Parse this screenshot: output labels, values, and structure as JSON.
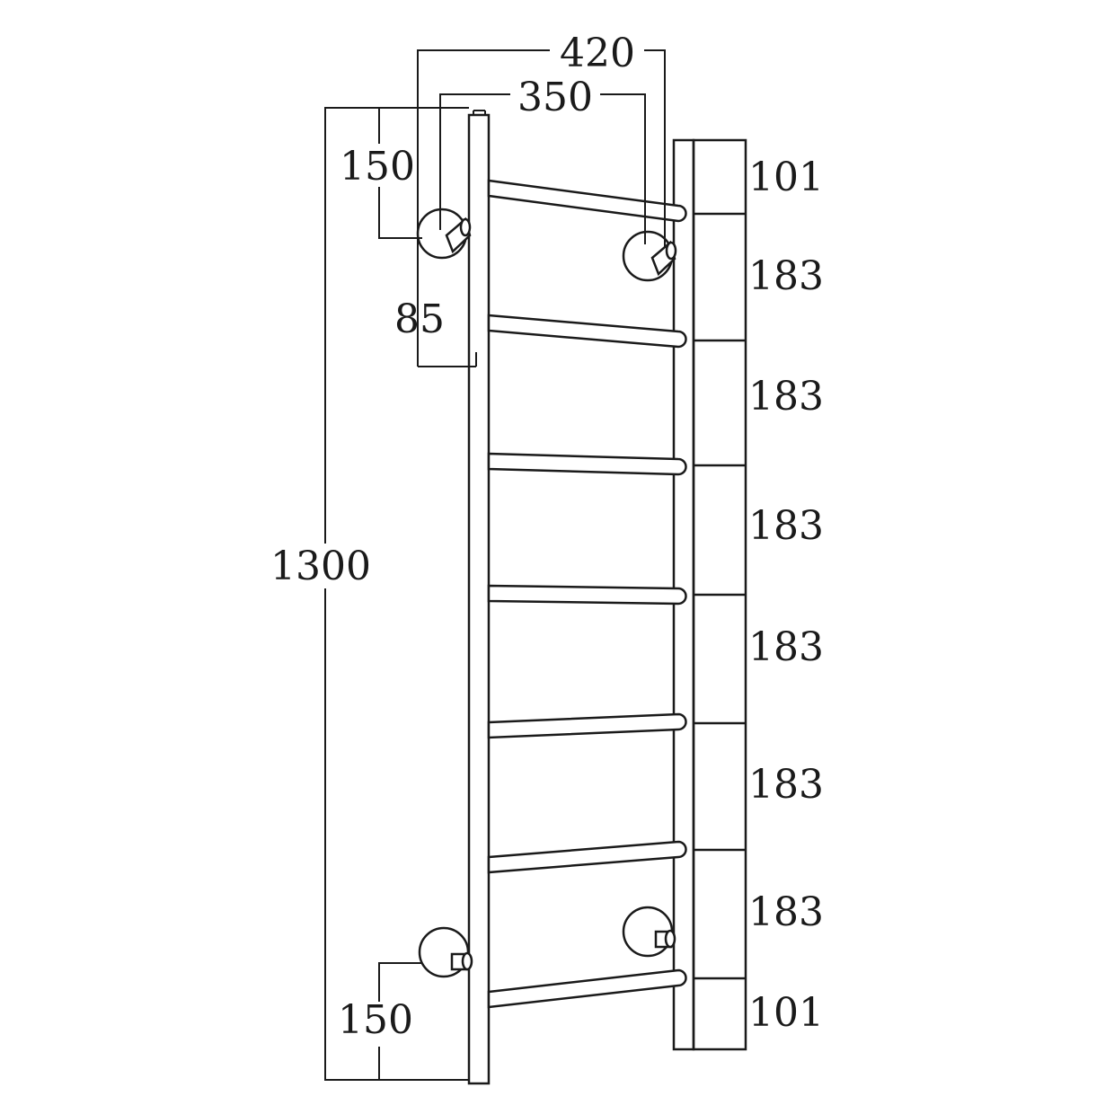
{
  "diagram": {
    "dimensions": {
      "width_outer": "420",
      "width_inner": "350",
      "height_total": "1300",
      "top_bracket_offset": "150",
      "bottom_bracket_offset": "150",
      "wall_projection": "85"
    },
    "rail_spacing": [
      "101",
      "183",
      "183",
      "183",
      "183",
      "183",
      "183",
      "101"
    ]
  },
  "colors": {
    "line": "#1a1a1a",
    "background": "#ffffff"
  }
}
